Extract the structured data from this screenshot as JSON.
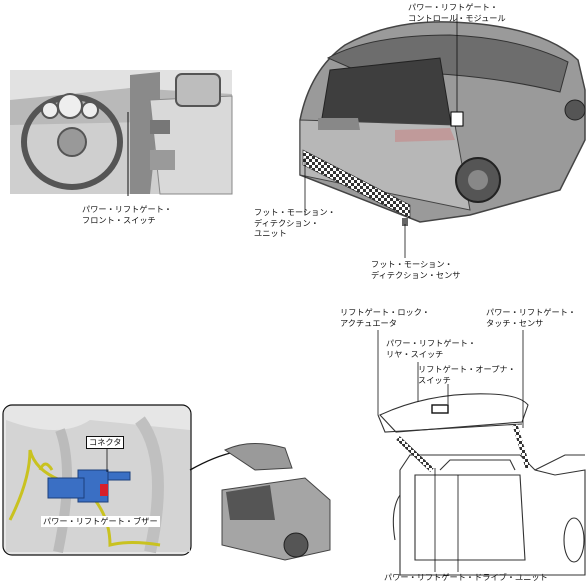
{
  "labels": {
    "lift_control_module": "パワー・リフトゲート・\nコントロール・モジュール",
    "lift_front_switch": "パワー・リフトゲート・\nフロント・スイッチ",
    "foot_detection_unit": "フット・モーション・\nディテクション・\nユニット",
    "foot_detection_sensor": "フット・モーション・\nディテクション・センサ",
    "lock_actuator": "リフトゲート・ロック・\nアクチュエータ",
    "touch_sensor": "パワー・リフトゲート・\nタッチ・センサ",
    "rear_switch": "パワー・リフトゲート・\nリヤ・スイッチ",
    "opener_switch": "リフトゲート・オープナ・\nスイッチ",
    "connector": "コネクタ",
    "buzzer": "パワー・リフトゲート・ブザー",
    "drive_unit": "パワー・リフトゲート・ドライブ・ユニット"
  },
  "colors": {
    "component_blue": "#3a6fc4",
    "connector_red": "#d8202a",
    "wire_yellow": "#c9c220"
  }
}
